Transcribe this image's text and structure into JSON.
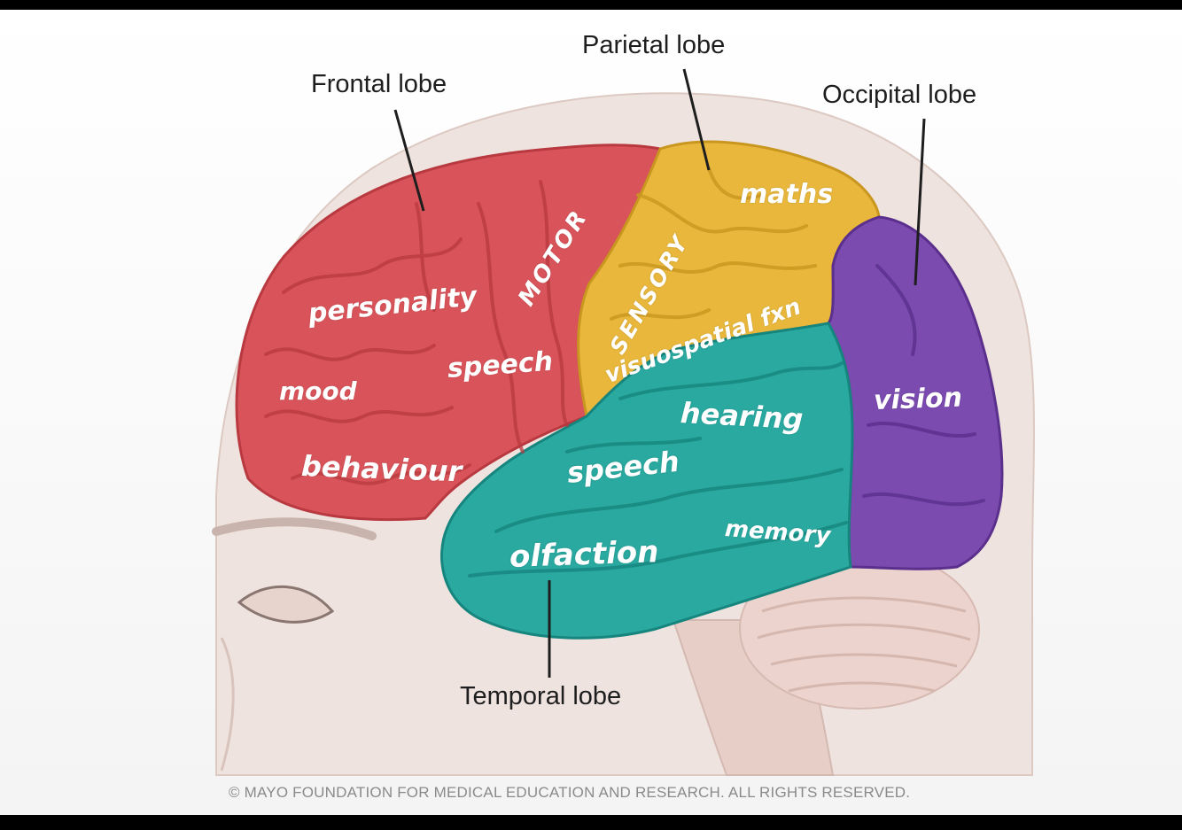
{
  "colors": {
    "frontal": "#d9545a",
    "parietal": "#e8b73c",
    "occipital": "#7b4bb0",
    "temporal": "#2aa9a0",
    "head": "#efe3df",
    "cerebellum": "#ecd3cd"
  },
  "lobe_labels": {
    "frontal": "Frontal lobe",
    "parietal": "Parietal lobe",
    "occipital": "Occipital lobe",
    "temporal": "Temporal lobe"
  },
  "annotations": {
    "personality": "personality",
    "mood": "mood",
    "behaviour": "behaviour",
    "speech_frontal": "speech",
    "motor": "MOTOR",
    "sensory": "SENSORY",
    "maths": "maths",
    "visuospatial": "visuospatial fxn",
    "hearing": "hearing",
    "speech_temporal": "speech",
    "memory": "memory",
    "olfaction": "olfaction",
    "vision": "vision"
  },
  "copyright": "© MAYO FOUNDATION FOR MEDICAL EDUCATION AND RESEARCH. ALL RIGHTS RESERVED."
}
